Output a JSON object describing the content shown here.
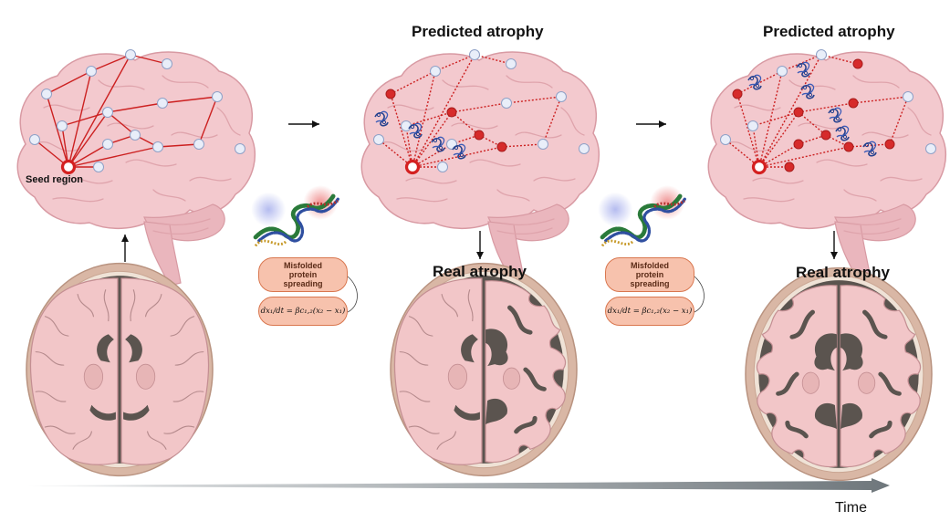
{
  "labels": {
    "seed_region": "Seed region",
    "predicted_atrophy_1": "Predicted atrophy",
    "predicted_atrophy_2": "Predicted atrophy",
    "real_atrophy_1": "Real atrophy",
    "real_atrophy_2": "Real atrophy",
    "time": "Time"
  },
  "spread_boxes": [
    {
      "title_line1": "Misfolded",
      "title_line2": "protein",
      "title_line3": "spreading",
      "equation": "dx₁/dt = βc₁,₂(x₂ − x₁)"
    },
    {
      "title_line1": "Misfolded",
      "title_line2": "protein",
      "title_line3": "spreading",
      "equation": "dx₁/dt = βc₁,₂(x₂ − x₁)"
    }
  ],
  "colors": {
    "brain": "#f3c9ce",
    "brain_outline": "#d89aa3",
    "node": "#e9eef9",
    "atrophied_node": "#d62b2b",
    "edge": "#cc2020",
    "protein": "#27438f",
    "skull": "#d9b7a5",
    "dark_tissue": "#5b544f",
    "time_arrow": "#7d858a"
  },
  "icons": {
    "node": "circle-node-icon",
    "seed": "ring-seed-icon",
    "protein": "protein-aggregate-icon"
  }
}
